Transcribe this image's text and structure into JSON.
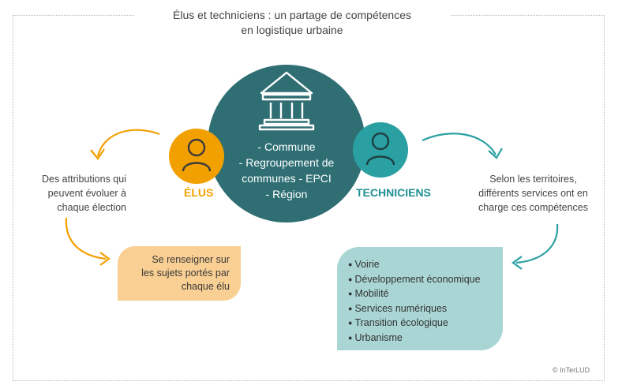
{
  "title": {
    "line1": "Élus et techniciens : un partage de compétences",
    "line2": "en logistique urbaine"
  },
  "center": {
    "icon": "building-columns-icon",
    "items": [
      "- Commune",
      "- Regroupement de",
      "communes - EPCI",
      "- Région"
    ]
  },
  "elus": {
    "label": "ÉLUS",
    "icon": "person-icon",
    "description": [
      "Des attributions qui",
      "peuvent évoluer à",
      "chaque élection"
    ],
    "box": [
      "Se renseigner sur",
      "les sujets portés par",
      "chaque élu"
    ]
  },
  "techniciens": {
    "label": "TECHNICIENS",
    "icon": "person-icon",
    "description": [
      "Selon les territoires,",
      "différents services ont en",
      "charge ces compétences"
    ],
    "list": [
      "Voirie",
      "Développement économique",
      "Mobilité",
      "Services numériques",
      "Transition écologique",
      "Urbanisme"
    ]
  },
  "copyright": "© InTerLUD",
  "colors": {
    "elus": "#f2a000",
    "elus_box": "#f9cf93",
    "techniciens": "#2aa0a2",
    "techniciens_box": "#a9d6d4",
    "center": "#2f6f74"
  }
}
